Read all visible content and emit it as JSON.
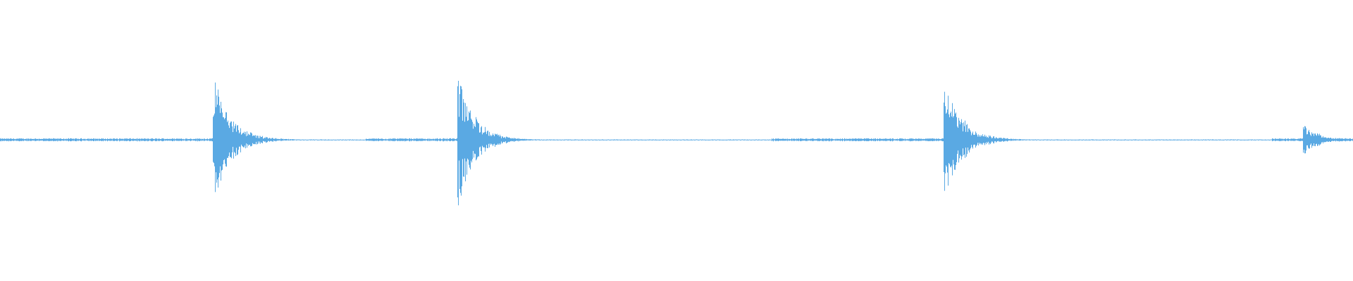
{
  "waveform": {
    "color": "#5aa9e3",
    "background": "#ffffff",
    "duration_fraction_of_view": 1.0,
    "noise_level": 0.02,
    "onsets": [
      {
        "position": 0.158,
        "peak": 0.97,
        "decay": 0.013
      },
      {
        "position": 0.339,
        "peak": 1.0,
        "decay": 0.012
      },
      {
        "position": 0.698,
        "peak": 0.96,
        "decay": 0.013
      },
      {
        "position": 0.964,
        "peak": 0.24,
        "decay": 0.012
      }
    ],
    "quiet_regions": [
      {
        "from": 0.205,
        "to": 0.27
      },
      {
        "from": 0.37,
        "to": 0.57
      },
      {
        "from": 0.74,
        "to": 0.94
      }
    ]
  }
}
